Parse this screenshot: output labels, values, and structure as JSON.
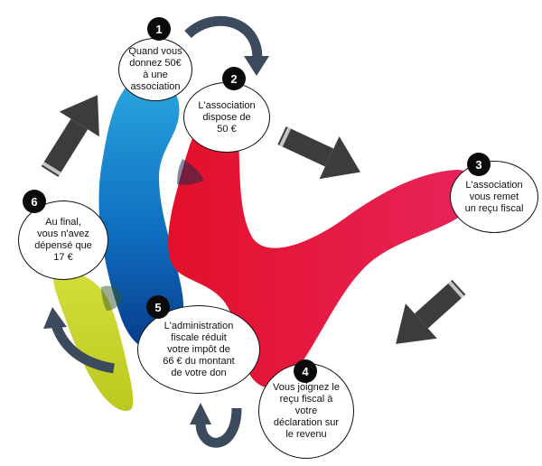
{
  "steps": [
    {
      "number": "1",
      "text": "Quand vous\ndonnez 50€\nà une\nassociation"
    },
    {
      "number": "2",
      "text": "L'association\ndispose de\n50 €"
    },
    {
      "number": "3",
      "text": "L'association\nvous remet\nun reçu fiscal"
    },
    {
      "number": "4",
      "text": "Vous joignez le\nreçu fiscal à\nvotre\ndéclaration sur\nle revenu"
    },
    {
      "number": "5",
      "text": "L'administration\nfiscale réduit\nvotre impôt de\n66 € du montant\nde votre don"
    },
    {
      "number": "6",
      "text": "Au final,\nvous n'avez\ndépensé que\n17 €"
    }
  ],
  "colors": {
    "blue": "#1a6fc4",
    "red": "#e5173f",
    "green": "#c9d52a",
    "arrow": "#3c3c3c",
    "badge": "#0b0b0b"
  }
}
